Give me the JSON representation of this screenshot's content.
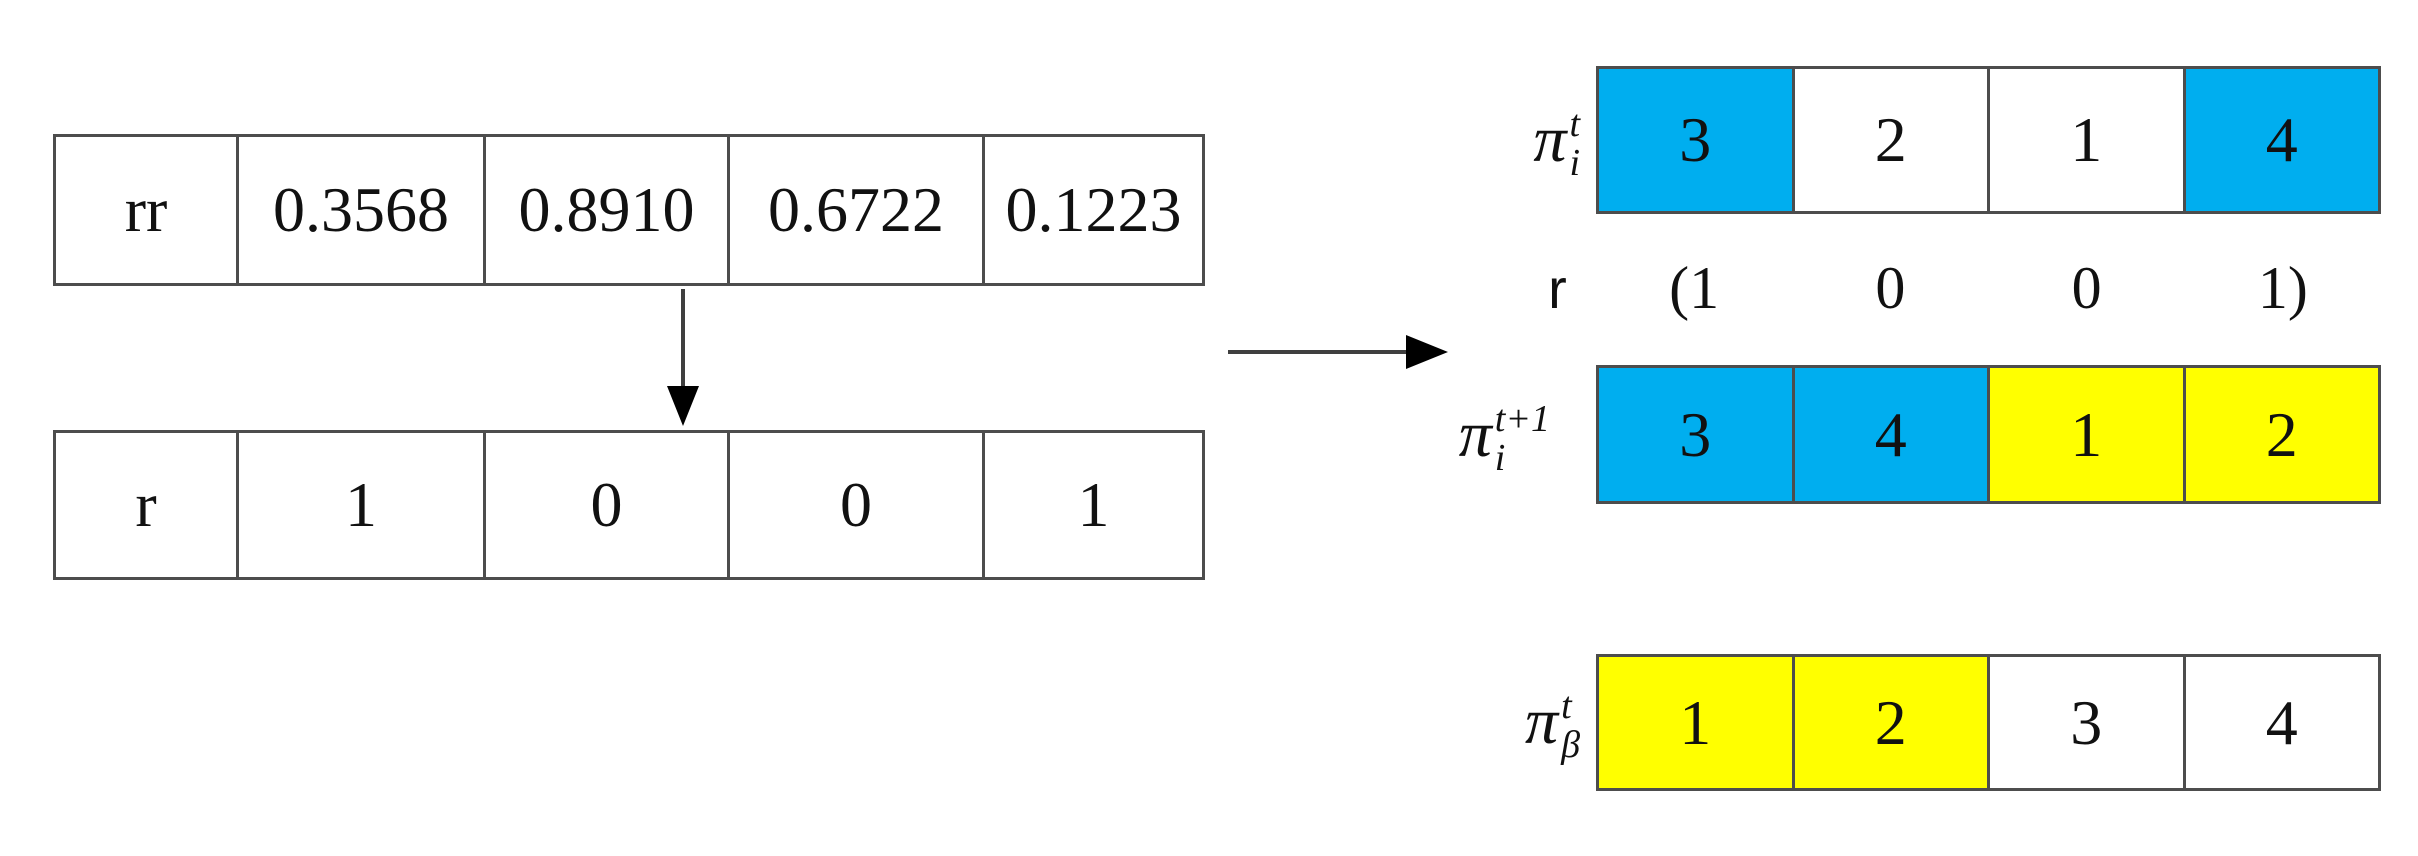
{
  "colors": {
    "highlight_blue": "#00AEEF",
    "highlight_yellow": "#FFFF00",
    "border": "#4d4d4d",
    "text": "#111111",
    "background": "#ffffff"
  },
  "icons": {
    "down_arrow": "↓",
    "right_arrow": "→"
  },
  "left": {
    "rr_table": {
      "label": "rr",
      "values": [
        "0.3568",
        "0.8910",
        "0.6722",
        "0.1223"
      ]
    },
    "r_table": {
      "label": "r",
      "values": [
        "1",
        "0",
        "0",
        "1"
      ]
    }
  },
  "right": {
    "pi_t": {
      "label_base": "π",
      "label_sup": "t",
      "label_sub": "i",
      "cells": [
        {
          "value": "3",
          "highlight": "blue"
        },
        {
          "value": "2",
          "highlight": "none"
        },
        {
          "value": "1",
          "highlight": "none"
        },
        {
          "value": "4",
          "highlight": "blue"
        }
      ]
    },
    "r_vector": {
      "label": "r",
      "values": [
        "(1",
        "0",
        "0",
        "1)"
      ]
    },
    "pi_t1": {
      "label_base": "π",
      "label_sup": "t+1",
      "label_sub": "i",
      "cells": [
        {
          "value": "3",
          "highlight": "blue"
        },
        {
          "value": "4",
          "highlight": "blue"
        },
        {
          "value": "1",
          "highlight": "yellow"
        },
        {
          "value": "2",
          "highlight": "yellow"
        }
      ]
    },
    "pi_beta": {
      "label_base": "π",
      "label_sup": "t",
      "label_sub": "β",
      "cells": [
        {
          "value": "1",
          "highlight": "yellow"
        },
        {
          "value": "2",
          "highlight": "yellow"
        },
        {
          "value": "3",
          "highlight": "none"
        },
        {
          "value": "4",
          "highlight": "none"
        }
      ]
    }
  }
}
